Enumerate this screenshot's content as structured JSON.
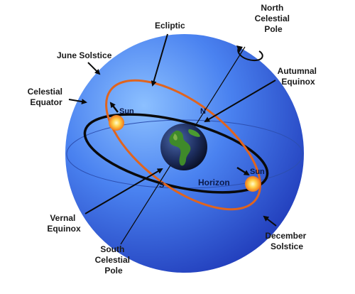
{
  "labels": {
    "ecliptic": "Ecliptic",
    "north_celestial_pole": [
      "North",
      "Celestial",
      "Pole"
    ],
    "june_solstice": "June Solstice",
    "autumnal_equinox": [
      "Autumnal",
      "Equinox"
    ],
    "celestial_equator": [
      "Celestial",
      "Equator"
    ],
    "vernal_equinox": [
      "Vernal",
      "Equinox"
    ],
    "south_celestial_pole": [
      "South",
      "Celestial",
      "Pole"
    ],
    "december_solstice": [
      "December",
      "Solstice"
    ],
    "horizon": "Horizon",
    "north": "N",
    "south": "S",
    "sun_top": "Sun",
    "sun_right": "Sun"
  },
  "colors": {
    "sphere_light": "#7fb4ff",
    "sphere_mid": "#3f6ff0",
    "sphere_dark": "#1f39b8",
    "ecliptic": "#e0641e",
    "equator": "#0a0a0a",
    "horizon_line": "#2d4fb0",
    "sun_core": "#fff4a0",
    "sun_edge": "#f08a1c",
    "label_text": "#1a1a1a"
  },
  "icons": [
    "rotation-arrow-icon",
    "earth-globe-icon",
    "sun-icon"
  ]
}
